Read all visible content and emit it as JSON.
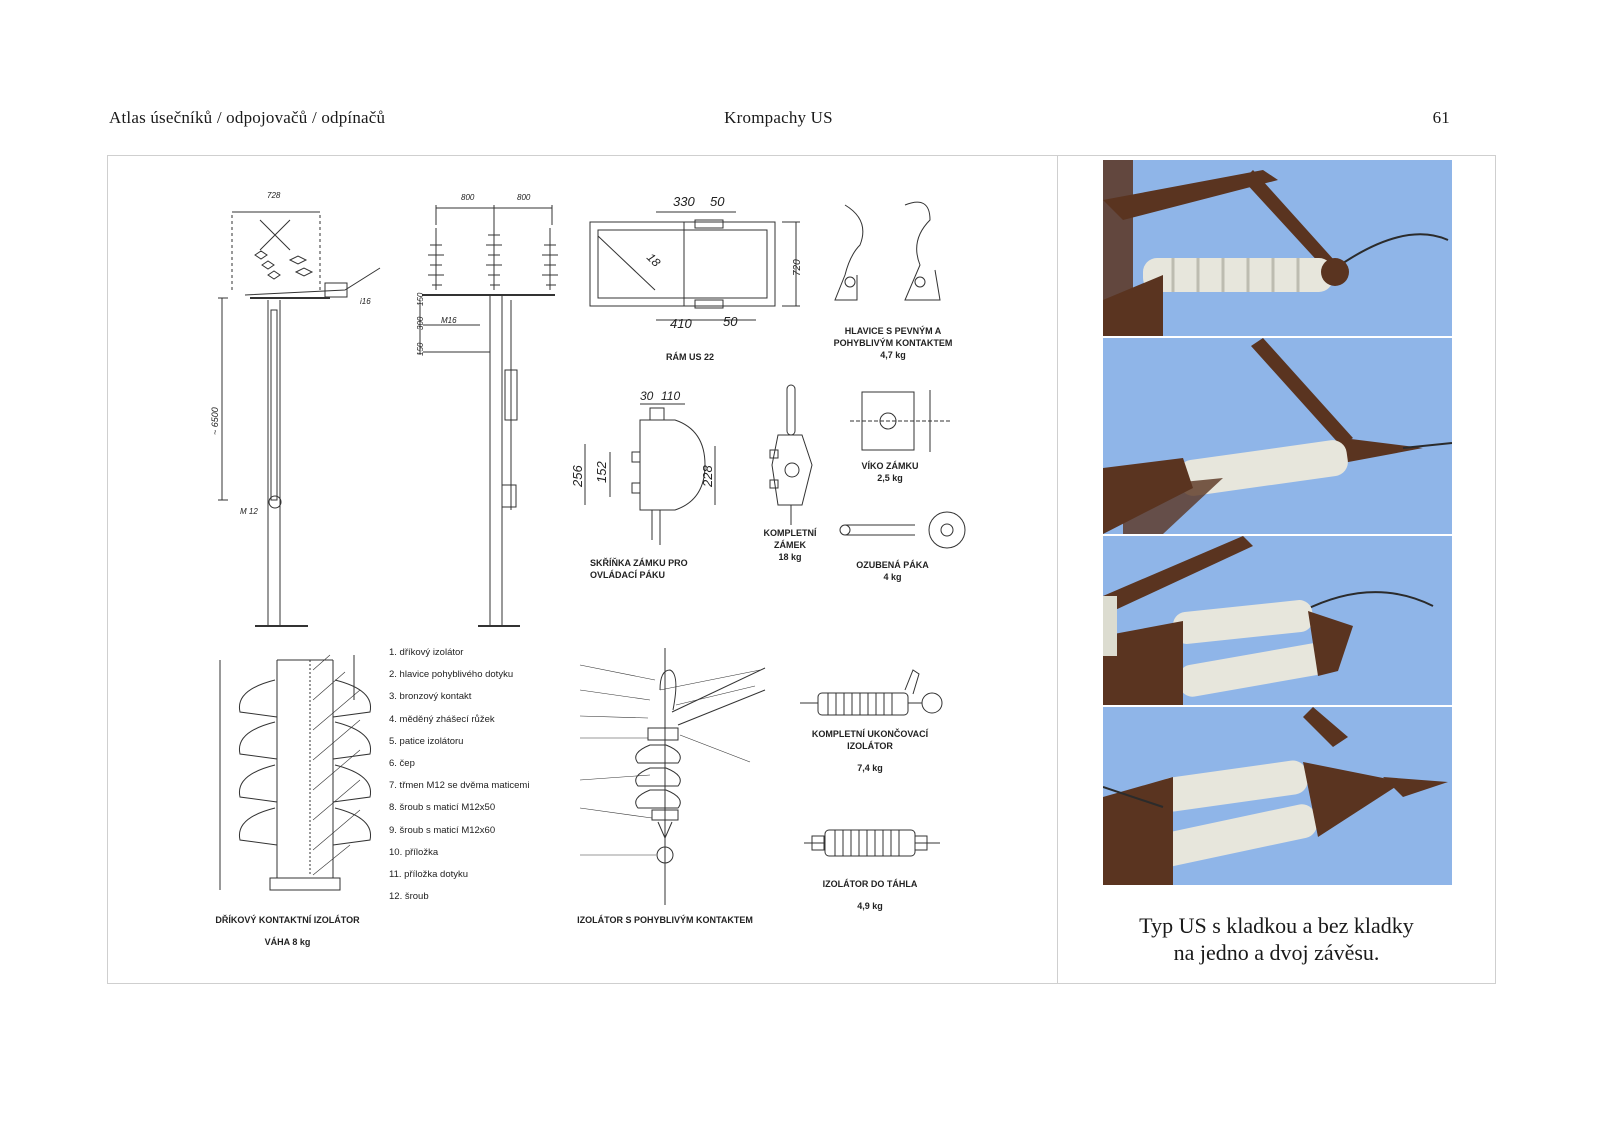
{
  "header": {
    "left": "Atlas úsečníků / odpojovačů / odpínačů",
    "center": "Krompachy US",
    "page_number": "61"
  },
  "drawings": {
    "dim_728": "728",
    "dim_800a": "800",
    "dim_800b": "800",
    "dim_150a": "150",
    "dim_300": "300",
    "dim_150b": "150",
    "dim_6500": "~ 6500",
    "dim_m12": "M 12",
    "dim_m16": "M16",
    "dim_i16": "i16",
    "dim_330": "330",
    "dim_50a": "50",
    "dim_410": "410",
    "dim_50b": "50",
    "dim_720": "720",
    "dim_18": "18",
    "dim_30": "30",
    "dim_110": "110",
    "dim_256": "256",
    "dim_152": "152",
    "dim_228": "228",
    "ram_label": "RÁM US 22",
    "hlavice_label": [
      "HLAVICE S PEVNÝM A",
      "POHYBLIVÝM KONTAKTEM",
      "4,7 kg"
    ],
    "skrinka_label": [
      "SKŘÍŇKA ZÁMKU PRO",
      "OVLÁDACÍ PÁKU"
    ],
    "zamek_label": [
      "KOMPLETNÍ",
      "ZÁMEK",
      "18 kg"
    ],
    "viko_label": [
      "VÍKO ZÁMKU",
      "2,5 kg"
    ],
    "paka_label": [
      "OZUBENÁ PÁKA",
      "4 kg"
    ],
    "drikovy_label": [
      "DŘÍKOVÝ KONTAKTNÍ IZOLÁTOR",
      "VÁHA 8 kg"
    ],
    "izolator_pohyb_label": "IZOLÁTOR S POHYBLIVÝM KONTAKTEM",
    "ukoncovaci_label": [
      "KOMPLETNÍ UKONČOVACÍ",
      "IZOLÁTOR",
      "7,4 kg"
    ],
    "tahla_label": [
      "IZOLÁTOR DO TÁHLA",
      "4,9 kg"
    ],
    "legend": [
      "1. dříkový izolátor",
      "2. hlavice pohyblivého dotyku",
      "3. bronzový kontakt",
      "4. měděný zhášecí růžek",
      "5. patice izolátoru",
      "6. čep",
      "7. třmen M12 se dvěma maticemi",
      "8. šroub s maticí M12x50",
      "9. šroub s maticí M12x60",
      "10. příložka",
      "11. příložka dotyku",
      "12. šroub"
    ]
  },
  "photos": {
    "sky_color": "#8fb5e8",
    "insulator_color": "#e7e6dc",
    "rust_color": "#5a3420"
  },
  "caption": {
    "line1": "Typ US s kladkou a bez kladky",
    "line2": "na jedno a dvoj závěsu."
  }
}
